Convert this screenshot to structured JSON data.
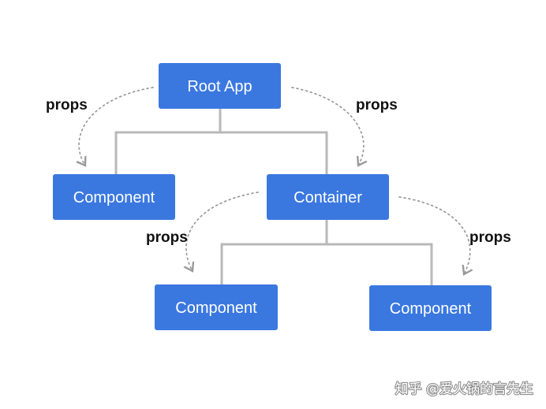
{
  "colors": {
    "node_fill": "#3a78e0",
    "node_text": "#ffffff",
    "connector": "#b8b8b8",
    "dotted_arrow": "#9a9a9a",
    "label_text": "#111111"
  },
  "nodes": {
    "root": "Root App",
    "component_left": "Component",
    "container": "Container",
    "component_bottom_left": "Component",
    "component_bottom_right": "Component"
  },
  "edge_labels": {
    "root_left": "props",
    "root_right": "props",
    "container_left": "props",
    "container_right": "props"
  },
  "watermark": "知乎 @爱火锅的言先生"
}
